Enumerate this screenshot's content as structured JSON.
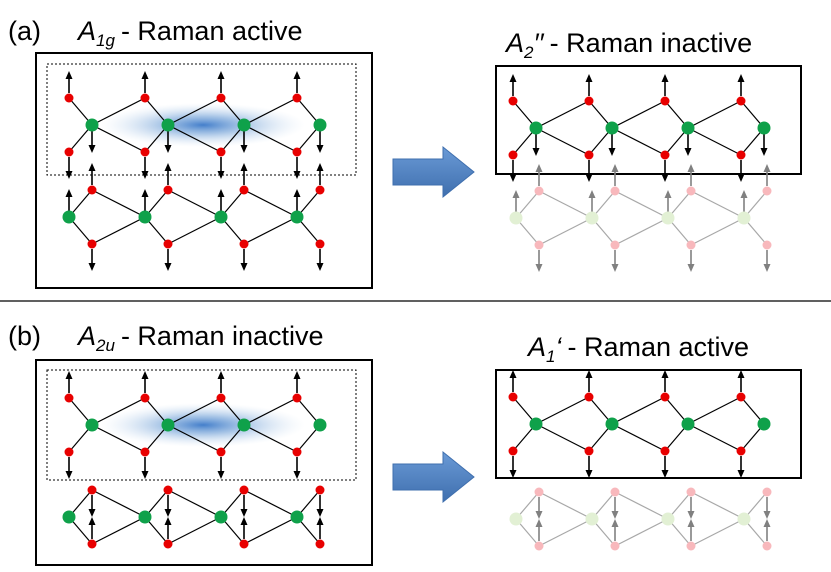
{
  "panel_a": {
    "tag": "(a)",
    "left": {
      "symbol": "A",
      "sub": "1g",
      "sup": "",
      "desc": "- Raman active"
    },
    "right": {
      "symbol": "A",
      "sub": "2",
      "sup": "′′",
      "desc": "- Raman inactive"
    }
  },
  "panel_b": {
    "tag": "(b)",
    "left": {
      "symbol": "A",
      "sub": "2u",
      "sup": "",
      "desc": "- Raman inactive"
    },
    "right": {
      "symbol": "A",
      "sub": "1",
      "sup": "‘",
      "desc": "- Raman active"
    }
  },
  "colors": {
    "metal_atom": "#0fa14a",
    "chalcogen_atom": "#e80000",
    "arrow": "#000000",
    "transition_arrow": "#4a7ebb",
    "interlayer_glow": "#3a78c8",
    "faded_metal_atom": "#e2f0d4",
    "faded_chalcogen_atom": "#f8b8bc",
    "faded_arrow": "#808080"
  }
}
